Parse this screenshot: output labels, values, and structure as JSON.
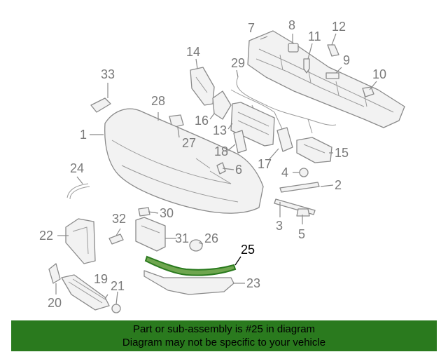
{
  "callouts": [
    "1",
    "2",
    "3",
    "4",
    "5",
    "6",
    "7",
    "8",
    "9",
    "10",
    "11",
    "12",
    "13",
    "14",
    "15",
    "16",
    "17",
    "18",
    "19",
    "20",
    "21",
    "22",
    "23",
    "24",
    "25",
    "26",
    "27",
    "28",
    "29",
    "30",
    "31",
    "32",
    "33"
  ],
  "highlighted_part": "25",
  "highlight_color": "#2a7a1e",
  "banner": {
    "line1": "Part or sub-assembly is #25 in diagram",
    "line2": "Diagram may not be specific to your vehicle",
    "background": "#2a7a1e"
  }
}
